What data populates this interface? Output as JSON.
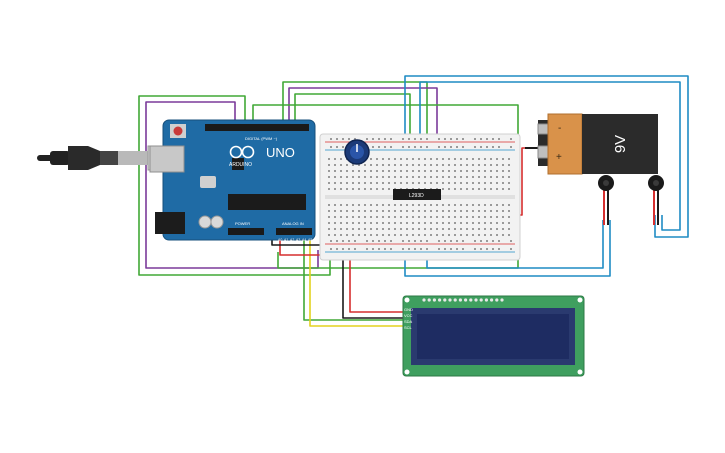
{
  "arduino": {
    "brand": "ARDUINO",
    "model": "UNO",
    "digital_header_label": "DIGITAL (PWM ~)",
    "power_label": "POWER",
    "analog_label": "ANALOG IN",
    "pin_labels": [
      "A0",
      "A1",
      "A2",
      "A3",
      "A4",
      "A5"
    ]
  },
  "motor_driver": {
    "label": "L293D"
  },
  "battery": {
    "label": "9V",
    "minus_symbol": "-",
    "plus_symbol": "+"
  },
  "lcd": {
    "pin_labels": [
      "GND",
      "VCC",
      "SDA",
      "SCL"
    ]
  },
  "colors": {
    "arduino_board": "#1f6ba5",
    "breadboard": "#f2f2f2",
    "lcd_board": "#3f9f5f",
    "lcd_screen": "#1e2c62",
    "battery_body": "#d9924a",
    "battery_top": "#2b2b2b",
    "wire_green": "#41a836",
    "wire_purple": "#7b3a9a",
    "wire_blue": "#1f8cc4",
    "wire_red": "#d62f2f",
    "wire_black": "#1a1a1a",
    "wire_yellow": "#e3d21e"
  },
  "icons": [
    "usb-cable-icon",
    "potentiometer-icon",
    "dc-motor-icon",
    "reset-button-icon"
  ]
}
